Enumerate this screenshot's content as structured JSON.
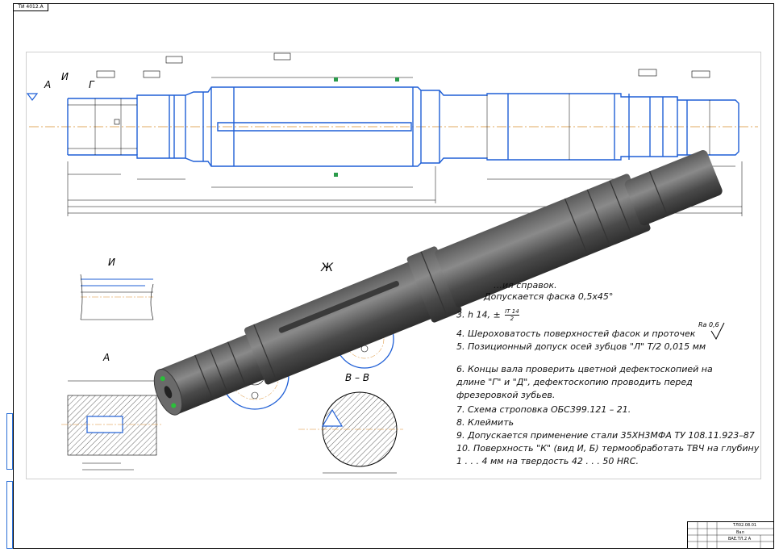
{
  "sheet": {
    "top_stamp": "ТИ 4012.А",
    "title_block": {
      "drawing_number": "ТЛ02.08.01",
      "name_line1": "Вал",
      "name_line2": "ВАЕ.ТЛ.2 А"
    }
  },
  "views": {
    "label_I_top": "И",
    "label_A_top": "А",
    "label_G_top": "Г",
    "label_I_detail": "И",
    "label_A_detail": "А",
    "label_BB": "В – В",
    "label_zh": "Ж"
  },
  "roughness": "Ra 0,6",
  "notes": {
    "line_2": "…ия справок.",
    "line_2b": "Допускается фаска 0,5х45°",
    "line_3_prefix": "3. h 14, ±",
    "line_3_frac_num": "IT 14",
    "line_3_frac_den": "2",
    "line_4": "4. Шероховатость поверхностей фасок и проточек",
    "line_5": "5. Позиционный допуск осей зубцов \"Л\" T/2 0,015 мм",
    "line_6a": "6. Концы вала проверить цветной дефектоскопией на",
    "line_6b": "длине \"Г\" и \"Д\", дефектоскопию проводить перед",
    "line_6c": "фрезеровкой зубьев.",
    "line_7": "7. Схема строповка ОБС399.121 – 21.",
    "line_8": "8. Клеймить",
    "line_9": "9. Допускается применение стали 35ХН3МФА   ТУ 108.11.923–87",
    "line_10a": "10. Поверхность \"К\" (вид И, Б) термообработать ТВЧ на глубину",
    "line_10b": "1 . . . 4 мм на твердость 42 . . . 50 HRC."
  }
}
